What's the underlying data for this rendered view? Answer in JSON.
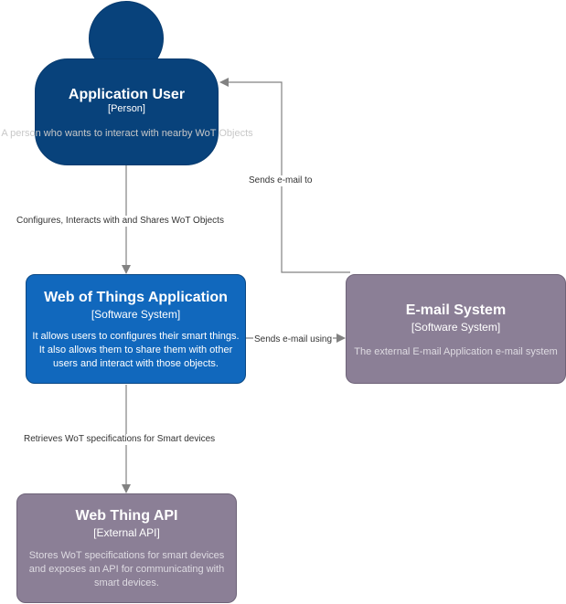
{
  "nodes": {
    "person": {
      "title": "Application User",
      "kind": "[Person]",
      "description": "A person who wants to interact with nearby WoT Objects"
    },
    "wot_app": {
      "title": "Web of Things Application",
      "kind": "[Software System]",
      "description": "It allows users to configures their smart things. It also allows them to share them with other users and interact with those objects."
    },
    "email_system": {
      "title": "E-mail System",
      "kind": "[Software System]",
      "description": "The external E-mail Application e-mail system"
    },
    "web_thing_api": {
      "title": "Web Thing API",
      "kind": "[External API]",
      "description": "Stores WoT specifications for smart devices and exposes an API for communicating with smart devices."
    }
  },
  "edges": {
    "user_to_app": "Configures, Interacts with and Shares WoT Objects",
    "email_to_user": "Sends e-mail to",
    "app_to_email": "Sends e-mail using",
    "app_to_api": "Retrieves WoT specifications for Smart devices"
  },
  "colors": {
    "person": "#08427b",
    "internal_system": "#1168bd",
    "external_system": "#8b7f96",
    "edge": "#828282"
  }
}
